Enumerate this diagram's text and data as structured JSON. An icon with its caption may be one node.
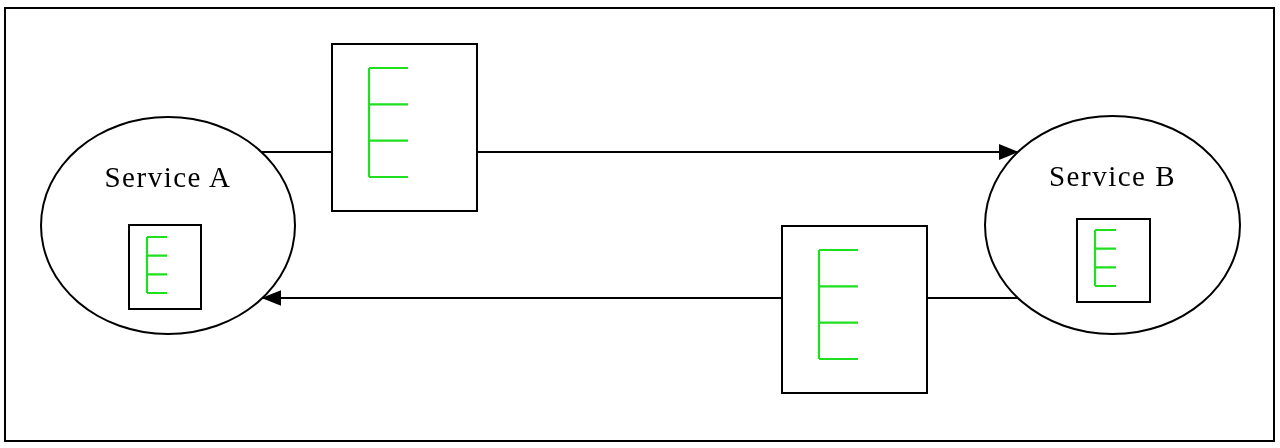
{
  "diagram": {
    "nodes": [
      {
        "text": [
          "Service A"
        ]
      },
      {
        "text": [],
        "shape": "box",
        "in": 0
      },
      {
        "text": [
          "Service B"
        ]
      },
      {
        "text": [],
        "shape": "box",
        "in": 2
      },
      {
        "text": [],
        "shape": "box"
      },
      {
        "text": [],
        "shape": "box"
      }
    ],
    "edges": [
      {
        "from": 0,
        "to": 4,
        "arrow": "none"
      },
      {
        "from": 4,
        "to": 2,
        "arrow": "to"
      },
      {
        "from": 2,
        "to": 5,
        "arrow": "none"
      },
      {
        "from": 5,
        "to": 0,
        "arrow": "to"
      }
    ]
  }
}
